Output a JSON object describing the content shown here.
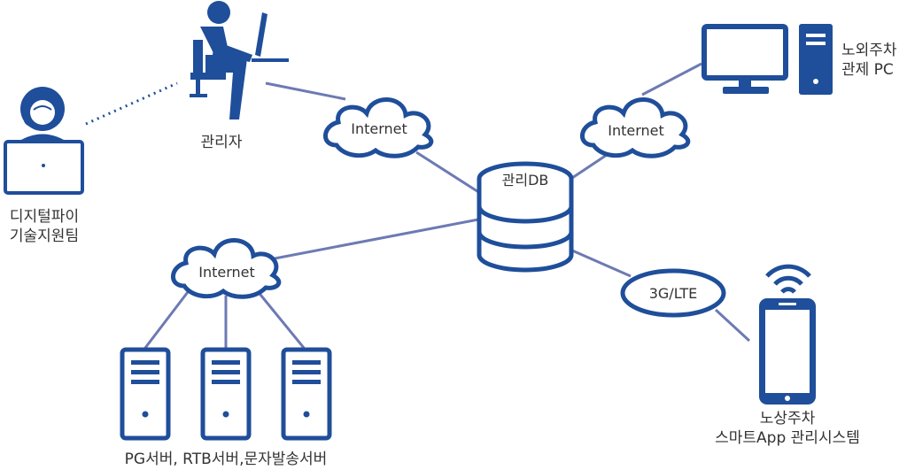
{
  "colors": {
    "primary": "#1f4e9a",
    "line": "#6d7ab3"
  },
  "nodes": {
    "support_team": {
      "icon": "headset-agent-laptop-icon",
      "label_line1": "디지털파이",
      "label_line2": "기술지원팀"
    },
    "admin": {
      "icon": "admin-at-desk-icon",
      "label": "관리자"
    },
    "control_pc": {
      "icon": "desktop-pc-icon",
      "label_line1": "노외주차",
      "label_line2": "관제 PC"
    },
    "db": {
      "icon": "database-icon",
      "label": "관리DB"
    },
    "servers": {
      "icon": "server-tower-icon",
      "label": "PG서버, RTB서버,문자발송서버"
    },
    "mobile": {
      "icon": "smartphone-wifi-icon",
      "label_line1": "노상주차",
      "label_line2": "스마트App 관리시스템"
    }
  },
  "networks": {
    "admin_internet": "Internet",
    "pc_internet": "Internet",
    "server_internet": "Internet",
    "mobile_network": "3G/LTE"
  }
}
